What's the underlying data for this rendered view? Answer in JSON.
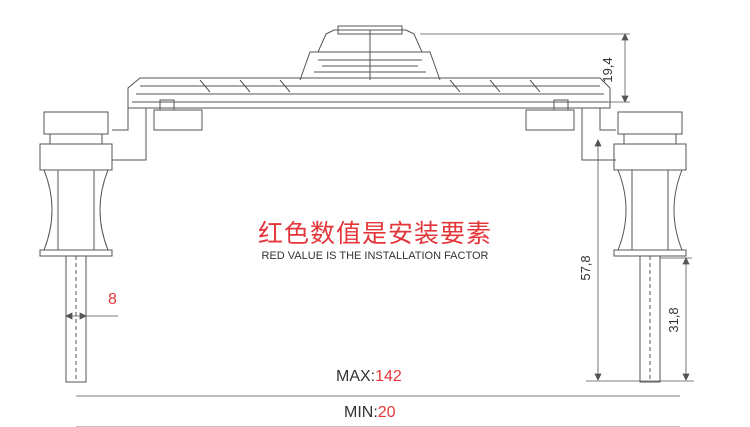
{
  "header": {
    "title_cn": "红色数值是安装要素",
    "title_en": "RED VALUE IS THE INSTALLATION FACTOR"
  },
  "dimensions": {
    "top_height": "19,4",
    "total_height": "57,8",
    "lower_height": "31,8",
    "shaft_width": "8"
  },
  "bottom": {
    "max_label": "MAX:",
    "max_value": "142",
    "min_label": "MIN:",
    "min_value": "20"
  },
  "colors": {
    "accent": "#e4363a",
    "line": "#555555"
  }
}
